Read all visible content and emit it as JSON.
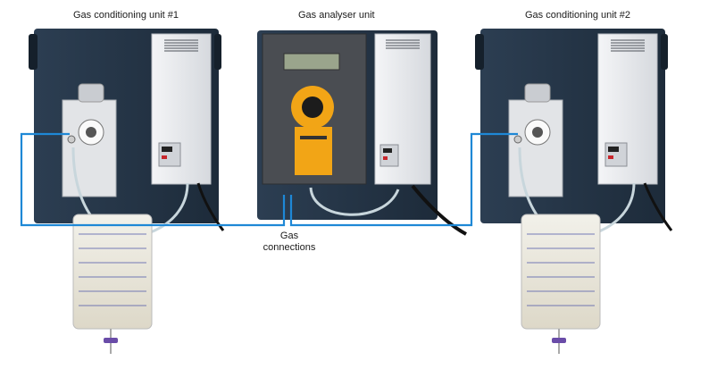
{
  "labels": {
    "unit1": "Gas conditioning unit #1",
    "analyser": "Gas analyser unit",
    "unit2": "Gas conditioning unit #2",
    "connections_line1": "Gas",
    "connections_line2": "connections"
  },
  "colors": {
    "tubing": "#1e88d6",
    "panel": "#243447",
    "cabinet": "#e9ebee",
    "analyser_body": "#4a4d52",
    "analyser_accent": "#f2a516"
  },
  "icons": {
    "pump": "peristaltic-pump-icon",
    "controller": "controller-display-icon",
    "drain_bag": "condensate-bag-icon",
    "sensor": "gas-sensor-icon"
  }
}
